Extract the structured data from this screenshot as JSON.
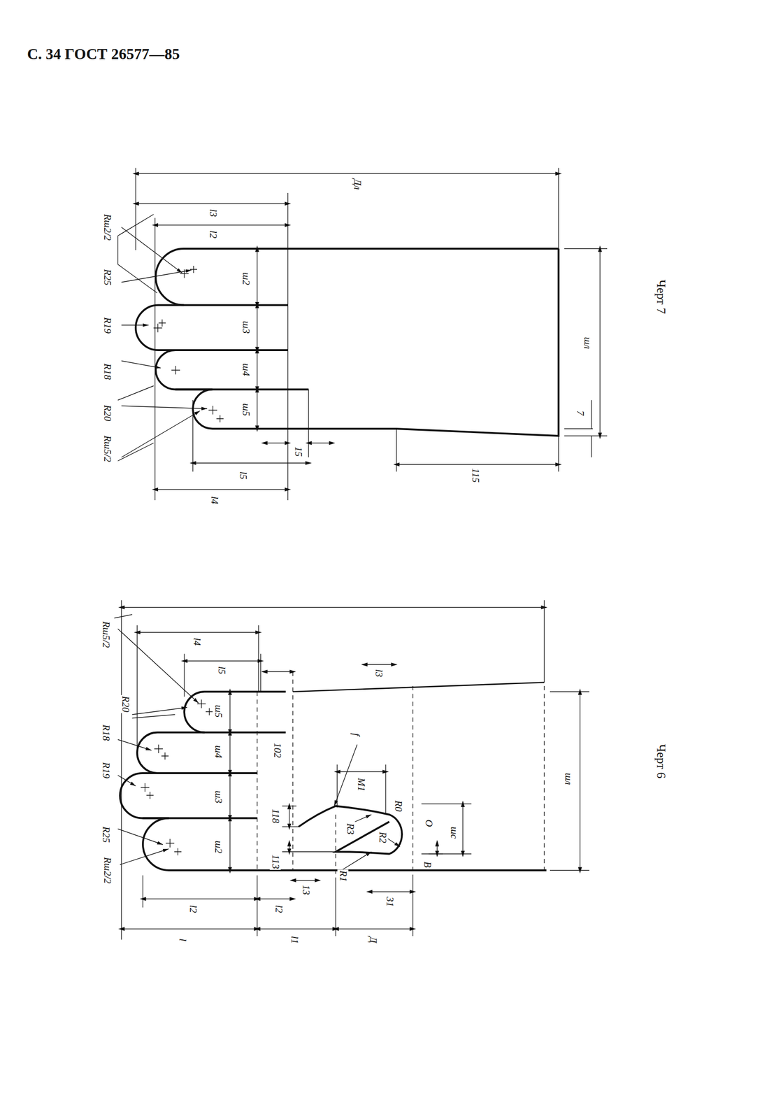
{
  "diagram": {
    "title": "С. 34 ГОСТ 26577—85",
    "labels": [
      "Дл",
      "l3",
      "l2",
      "Rш2/2",
      "R25",
      "R19",
      "R18",
      "R20",
      "Rш5/2",
      "ш2",
      "ш3",
      "ш4",
      "ш5",
      "шл",
      "7",
      "15",
      "l5",
      "l4",
      "115",
      "Черт 7",
      "Rш5/2",
      "l4",
      "l5",
      "l3",
      "R20",
      "R18",
      "R19",
      "R25",
      "Rш2/2",
      "ш5",
      "ш4",
      "ш3",
      "ш2",
      "102",
      "f",
      "M1",
      "118",
      "113",
      "R3",
      "R2",
      "R0",
      "O",
      "B",
      "шс",
      "шл",
      "13",
      "R1",
      "31",
      "l2",
      "l2",
      "l",
      "l1",
      "Д",
      "Черт 6"
    ]
  }
}
